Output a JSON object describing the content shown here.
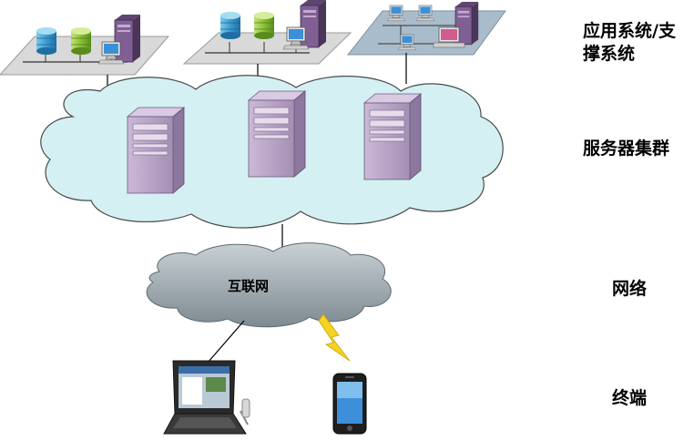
{
  "layers": {
    "apps": "应用系统/支撑系统",
    "servers": "服务器集群",
    "network": "网络",
    "terminal": "终端"
  },
  "internet_label": "互联网",
  "icons": {
    "database": "database-icon",
    "server": "server-tower-icon",
    "monitor": "monitor-icon",
    "laptop": "laptop-icon",
    "phone": "smartphone-icon",
    "lightning": "lightning-icon",
    "cloud": "cloud-icon"
  },
  "colors": {
    "server_cloud_fill": "#d4f0f3",
    "internet_cloud_fill": "#9aa7ad",
    "platform_fill": "#d9d9d9",
    "platform_blue_fill": "#a9bccb",
    "server_purple": "#b8a6c4",
    "db_blue": "#4aa8d6",
    "db_green": "#8dc63f",
    "lightning": "#f5d321"
  }
}
